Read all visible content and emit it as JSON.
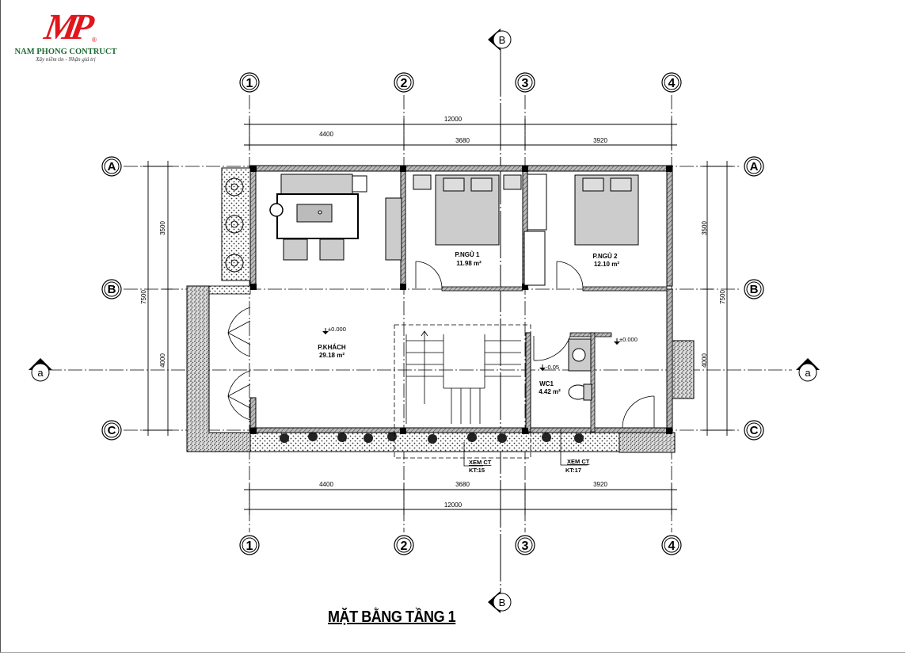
{
  "logo": {
    "mark": "MP",
    "company": "NAM PHONG CONTRUCT",
    "slogan": "Xây niềm tin - Nhận giá trị",
    "brand_color": "#e0161c",
    "name_color": "#1d6b32"
  },
  "drawing_title": "MẶT BẰNG  TẦNG 1",
  "grid_axes": {
    "vertical": [
      "1",
      "2",
      "3",
      "4"
    ],
    "horizontal": [
      "A",
      "B",
      "C"
    ],
    "section_vertical": "B",
    "section_horizontal": "a"
  },
  "dimensions": {
    "top_total": "12000",
    "top_spans": [
      "4400",
      "3680",
      "3920"
    ],
    "bottom_spans": [
      "4400",
      "3680",
      "3920"
    ],
    "bottom_total": "12000",
    "left_total": "7500",
    "left_spans": [
      "3500",
      "4000"
    ],
    "right_total": "7500",
    "right_spans": [
      "3500",
      "4000"
    ]
  },
  "rooms": [
    {
      "name": "P.KHÁCH",
      "area": "29.18 m²"
    },
    {
      "name": "P.NGỦ 1",
      "area": "11.98 m²"
    },
    {
      "name": "P.NGỦ 2",
      "area": "12.10 m²"
    },
    {
      "name": "WC1",
      "area": "4.42 m²"
    }
  ],
  "levels": {
    "living": "±0.000",
    "right": "±0.000",
    "wc": "-0.05"
  },
  "callouts": [
    {
      "label": "XEM CT",
      "ref": "KT:15"
    },
    {
      "label": "XEM CT",
      "ref": "KT:17"
    }
  ]
}
